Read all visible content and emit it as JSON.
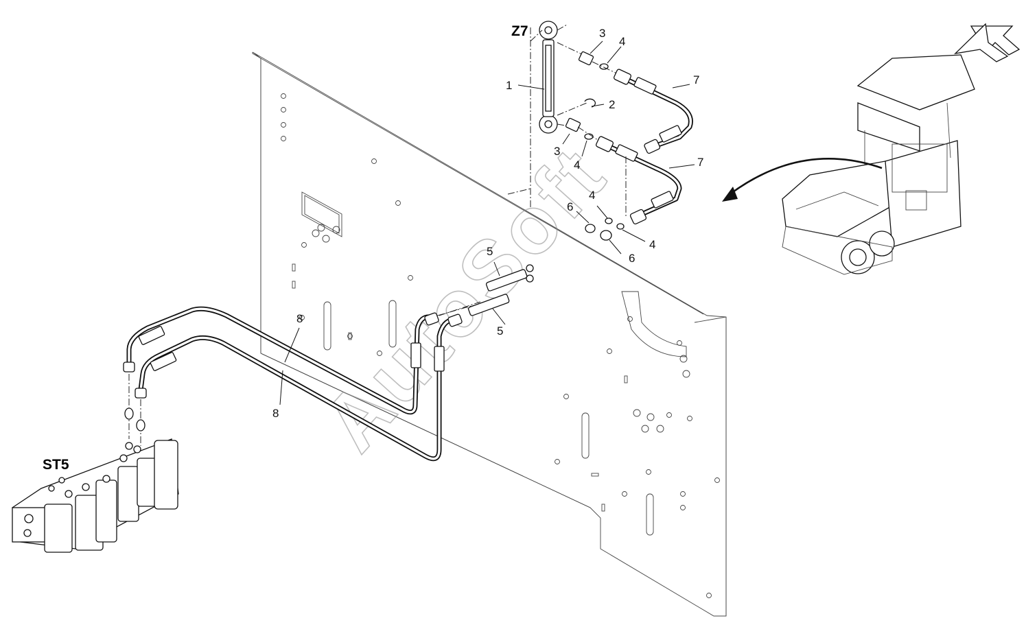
{
  "diagram": {
    "assembly_labels": {
      "z7": "Z7",
      "st5": "ST5"
    },
    "watermark": "AutoSoft",
    "callouts": {
      "c1": "1",
      "c2": "2",
      "c3a": "3",
      "c3b": "3",
      "c4a": "4",
      "c4b": "4",
      "c4c": "4",
      "c4d": "4",
      "c5a": "5",
      "c5b": "5",
      "c6a": "6",
      "c6b": "6",
      "c7a": "7",
      "c7b": "7",
      "c8a": "8",
      "c8b": "8"
    },
    "arrow_color": "#111111",
    "line_color": "#111111"
  }
}
